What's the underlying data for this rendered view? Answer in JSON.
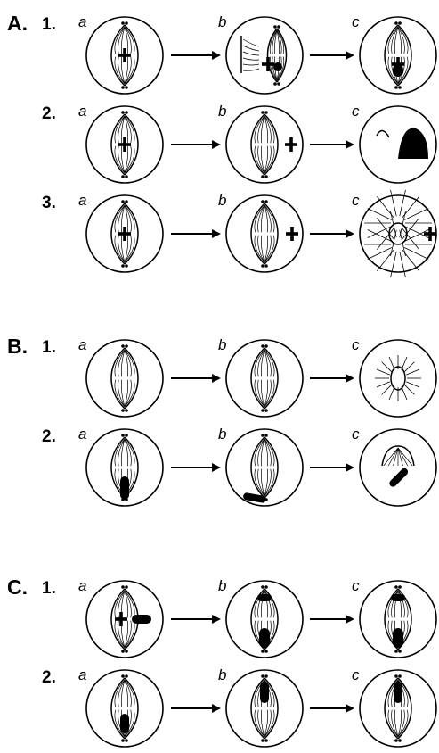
{
  "section_labels": [
    "A.",
    "B.",
    "C."
  ],
  "row_labels": [
    "1.",
    "2.",
    "3."
  ],
  "panel_labels": [
    "a",
    "b",
    "c"
  ],
  "colors": {
    "ink": "#000000",
    "background": "#ffffff"
  },
  "arrow_glyph": "arrow-right-icon"
}
